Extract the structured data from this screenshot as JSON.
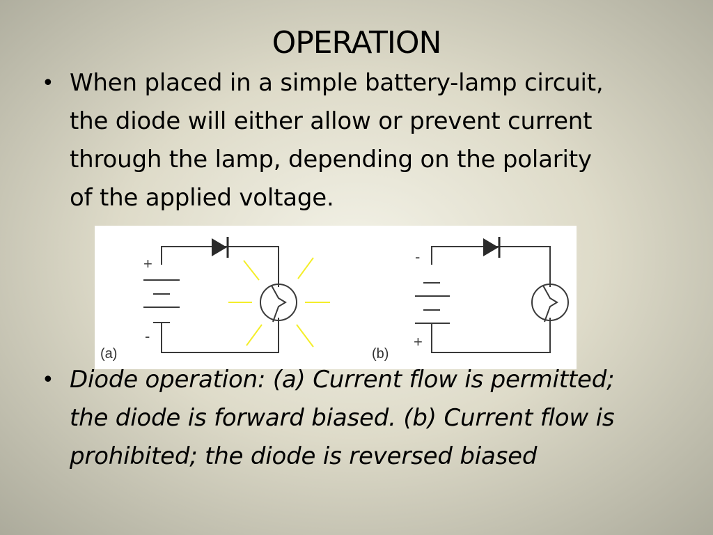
{
  "slide": {
    "title": "OPERATION",
    "bullet_symbol": "•",
    "bullet1": "When placed in a simple battery-lamp circuit,\nthe diode will either allow or prevent current\nthrough the lamp, depending on the polarity\nof the applied voltage.",
    "bullet2": "Diode operation: (a) Current flow is permitted;\nthe diode is forward biased. (b) Current flow is\nprohibited; the diode is reversed biased"
  },
  "figure": {
    "circuit_a": {
      "label": "(a)",
      "top_sign": "+",
      "bottom_sign": "-"
    },
    "circuit_b": {
      "label": "(b)",
      "top_sign": "-",
      "bottom_sign": "+"
    },
    "colors": {
      "wire": "#3a3a3a",
      "glow": "#f4ee2a",
      "background": "#ffffff"
    }
  }
}
